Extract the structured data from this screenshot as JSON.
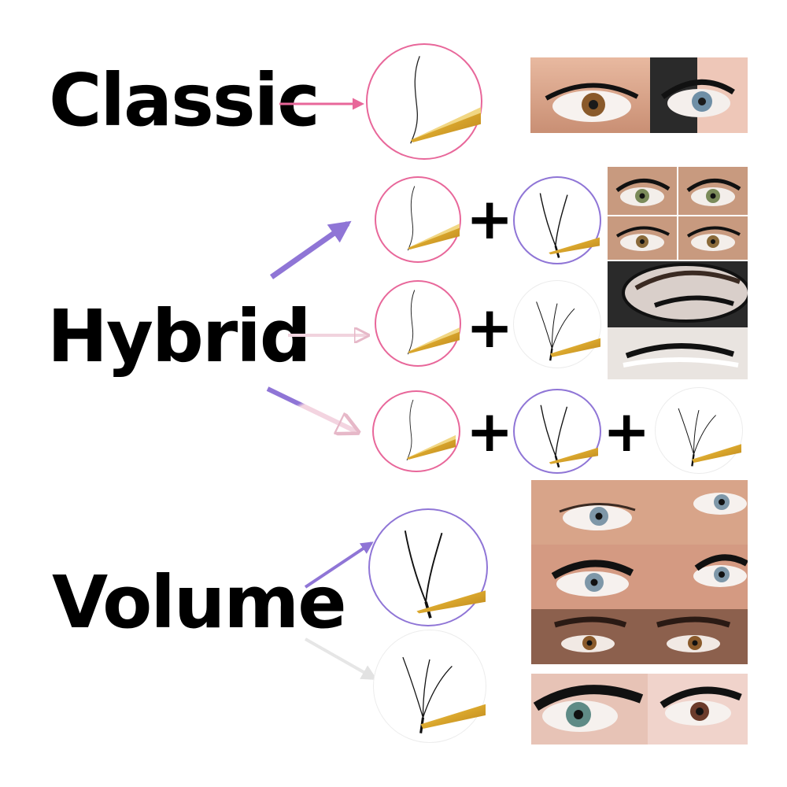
{
  "labels": {
    "classic": "Classic",
    "hybrid": "Hybrid",
    "volume": "Volume",
    "plus": "+"
  },
  "icons": {
    "single_lash": "single-lash-with-tweezer-icon",
    "two_d_fan": "2d-fan-with-tweezer-icon",
    "three_d_fan": "3d-fan-with-tweezer-icon"
  },
  "colors": {
    "pink": "#e8679a",
    "purple": "#8f75d6",
    "light_pink": "#f3cfdc",
    "light_gray": "#e6e6e6",
    "gold": "#d9a62c"
  }
}
